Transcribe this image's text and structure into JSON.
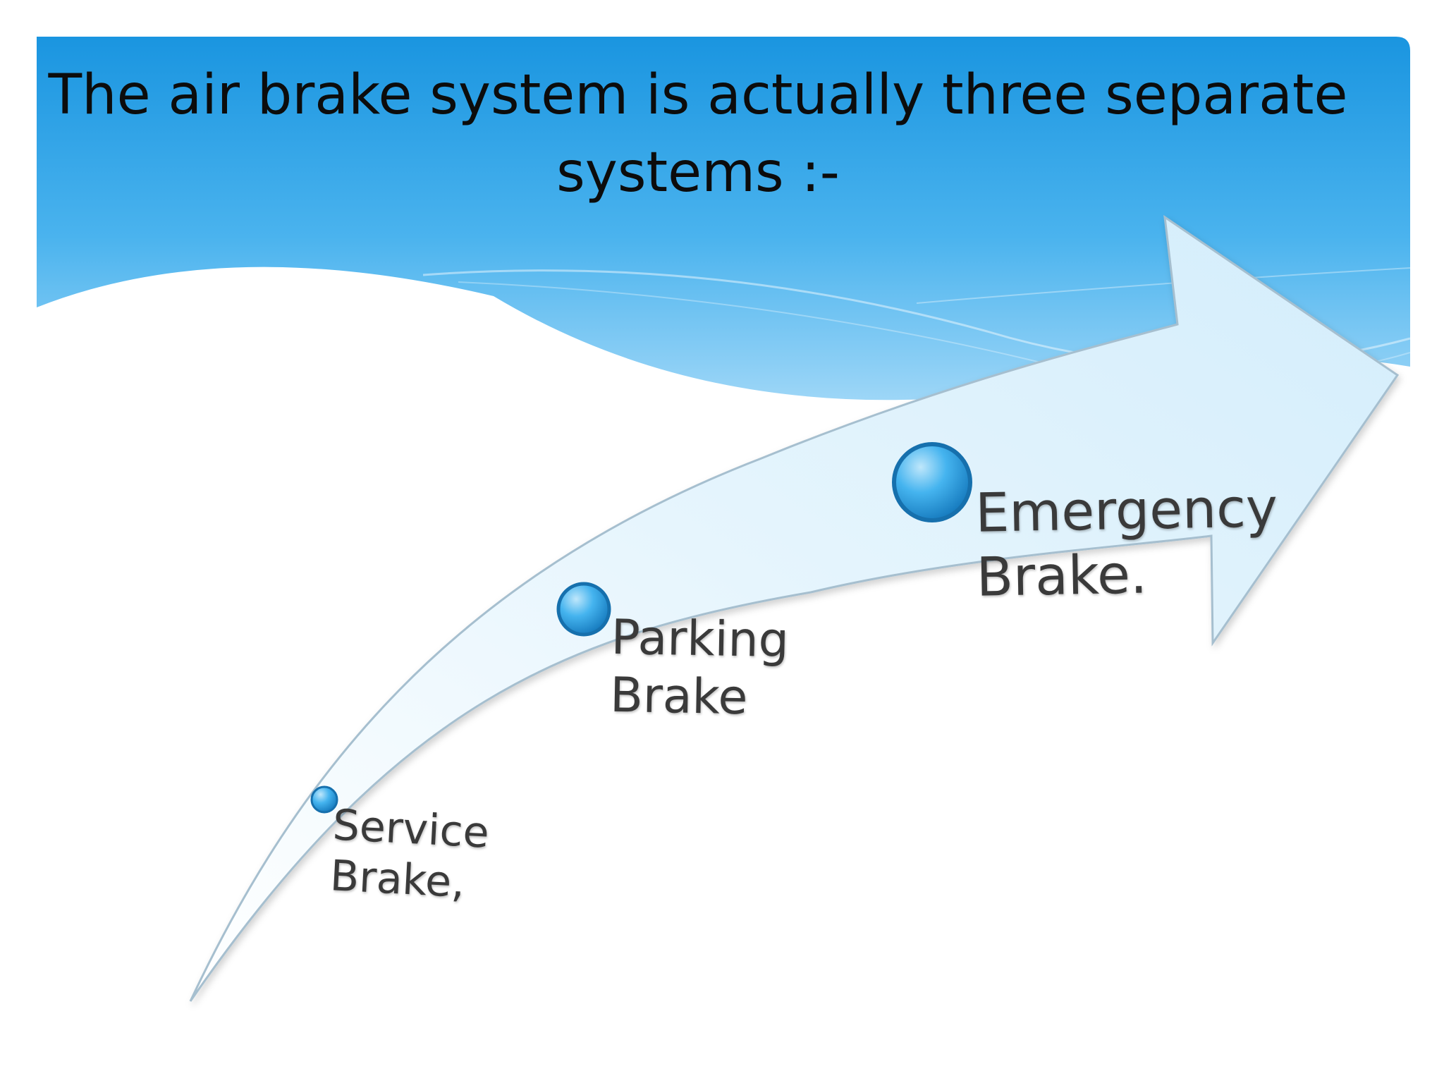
{
  "slide": {
    "title_line1": "The air brake system is actually three separate",
    "title_line2": "systems :-"
  },
  "steps": [
    {
      "line1": "Service",
      "line2": "Brake,"
    },
    {
      "line1": "Parking",
      "line2": "Brake"
    },
    {
      "line1": "Emergency",
      "line2": "Brake."
    }
  ],
  "colors": {
    "banner_top": "#1e9be3",
    "banner_bottom": "#8fd0f6",
    "arrow_fill": "#e9f6fd",
    "arrow_edge": "#9fb8c8",
    "node": "#3aa6e6"
  }
}
